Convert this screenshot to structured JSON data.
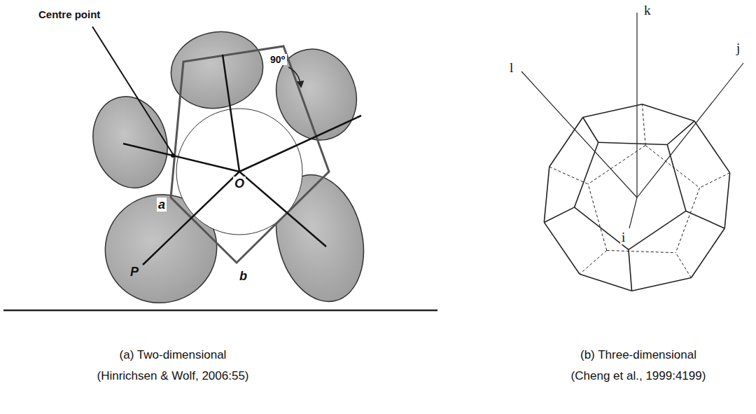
{
  "diagram": {
    "labels": [
      "Centre point",
      "90⁰",
      "a",
      "O",
      "P",
      "b",
      "(a) Two-dimensional",
      "(Hinrichsen & Wolf, 2006:55)",
      "k",
      "l",
      "j",
      "i",
      "(b) Three-dimensional",
      "(Cheng et al., 1999:4199)"
    ]
  }
}
